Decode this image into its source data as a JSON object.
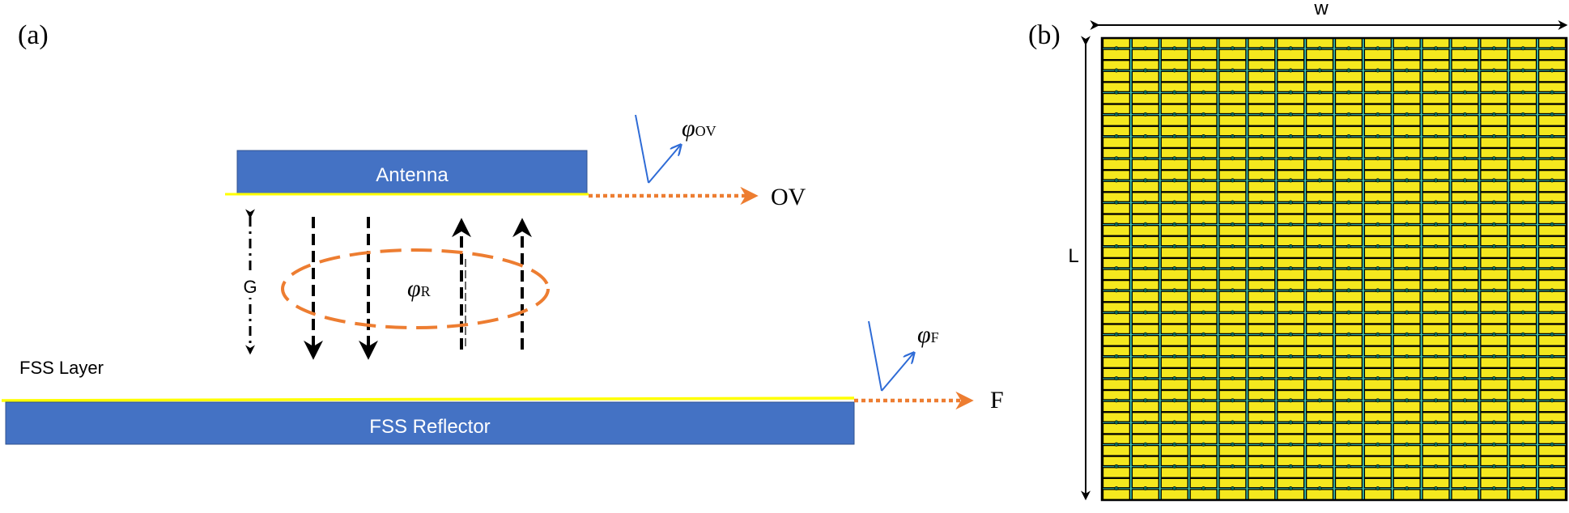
{
  "panel_a": {
    "label": "(a)",
    "antenna_label": "Antenna",
    "reflector_label": "FSS Reflector",
    "fss_layer_label": "FSS Layer",
    "gap_label": "G",
    "phase_ov_symbol": "φ",
    "phase_ov_sub": "OV",
    "phase_r_symbol": "φ",
    "phase_r_sub": "R",
    "phase_f_symbol": "φ",
    "phase_f_sub": "F",
    "ov_label": "OV",
    "f_label": "F"
  },
  "panel_b": {
    "label": "(b)",
    "width_label": "w",
    "length_label": "L",
    "grid": {
      "rows": 21,
      "cols": 16
    }
  },
  "colors": {
    "antenna_blue": "#4472c4",
    "reflector_blue": "#4472c4",
    "fss_yellow": "#ffff00",
    "cell_yellow": "#f5e81e",
    "gap_teal": "#3cc7b4",
    "arrow_orange": "#ed7d31",
    "phase_blue": "#2e6bd6",
    "line_black": "#000000"
  }
}
